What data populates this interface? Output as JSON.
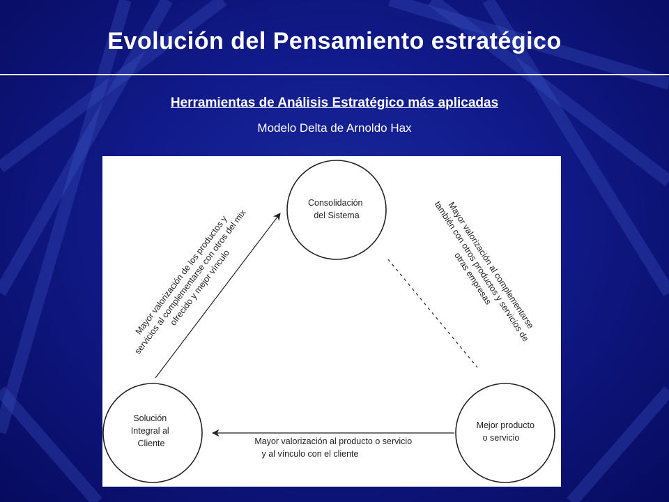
{
  "slide": {
    "title": "Evolución del Pensamiento estratégico",
    "subtitle": "Herramientas de Análisis Estratégico más aplicadas",
    "subsubtitle": "Modelo Delta de Arnoldo Hax"
  },
  "diagram": {
    "nodes": {
      "top": [
        "Consolidación",
        "del Sistema"
      ],
      "left": [
        "Solución",
        "Integral al",
        "Cliente"
      ],
      "right": [
        "Mejor producto",
        "o servicio"
      ]
    },
    "edges": {
      "left_edge": [
        "Mayor valorización de los productos y",
        "servicios al complementarse con otros del mix",
        "ofrecido y mejor vínculo"
      ],
      "right_edge": [
        "Mayor valorización al complementarse",
        "también con otros productos y servicios de",
        "otras empresas"
      ],
      "bottom_edge": [
        "Mayor valorización al producto o servicio",
        "y al vínculo con el cliente"
      ]
    }
  },
  "colors": {
    "background": "#0b0f7a",
    "text": "#ffffff",
    "diagram_line": "#222222"
  }
}
